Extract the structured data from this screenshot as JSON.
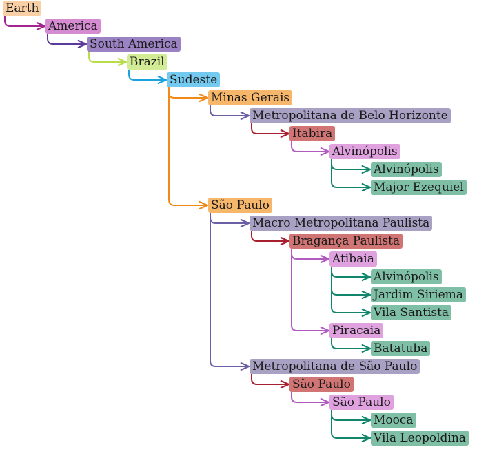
{
  "colors": {
    "level0": "#f9cfa5",
    "level1": "#d58bd1",
    "level2": "#9b82c3",
    "level3": "#d1ec95",
    "level4": "#74c9ef",
    "state": "#f6b76b",
    "meso": "#a9a1c4",
    "micro": "#d07574",
    "municipality": "#dfa2df",
    "district": "#7fbfa5",
    "edge0": "#a0258d",
    "edge1": "#5b3a9c",
    "edge2": "#b9dc4b",
    "edge3": "#1aa3de",
    "edge4": "#ef8a18",
    "edgeState": "#6a5ea4",
    "edgeMeso": "#a81f2e",
    "edgeMicro": "#b15ac1",
    "edgeMun": "#11866c"
  },
  "tree": {
    "label": "Earth",
    "children": [
      {
        "label": "America",
        "children": [
          {
            "label": "South America",
            "children": [
              {
                "label": "Brazil",
                "children": [
                  {
                    "label": "Sudeste",
                    "children": [
                      {
                        "label": "Minas Gerais",
                        "children": [
                          {
                            "label": "Metropolitana de Belo Horizonte",
                            "children": [
                              {
                                "label": "Itabira",
                                "children": [
                                  {
                                    "label": "Alvinópolis",
                                    "children": [
                                      {
                                        "label": "Alvinópolis"
                                      },
                                      {
                                        "label": "Major Ezequiel"
                                      }
                                    ]
                                  }
                                ]
                              }
                            ]
                          }
                        ]
                      },
                      {
                        "label": "São Paulo",
                        "children": [
                          {
                            "label": "Macro Metropolitana Paulista",
                            "children": [
                              {
                                "label": "Bragança Paulista",
                                "children": [
                                  {
                                    "label": "Atibaia",
                                    "children": [
                                      {
                                        "label": "Alvinópolis"
                                      },
                                      {
                                        "label": "Jardim Siriema"
                                      },
                                      {
                                        "label": "Vila Santista"
                                      }
                                    ]
                                  },
                                  {
                                    "label": "Piracaia",
                                    "children": [
                                      {
                                        "label": "Batatuba"
                                      }
                                    ]
                                  }
                                ]
                              }
                            ]
                          },
                          {
                            "label": "Metropolitana de São Paulo",
                            "children": [
                              {
                                "label": "São Paulo",
                                "children": [
                                  {
                                    "label": "São Paulo",
                                    "children": [
                                      {
                                        "label": "Mooca"
                                      },
                                      {
                                        "label": "Vila Leopoldina"
                                      }
                                    ]
                                  }
                                ]
                              }
                            ]
                          }
                        ]
                      }
                    ]
                  }
                ]
              }
            ]
          }
        ]
      }
    ]
  }
}
